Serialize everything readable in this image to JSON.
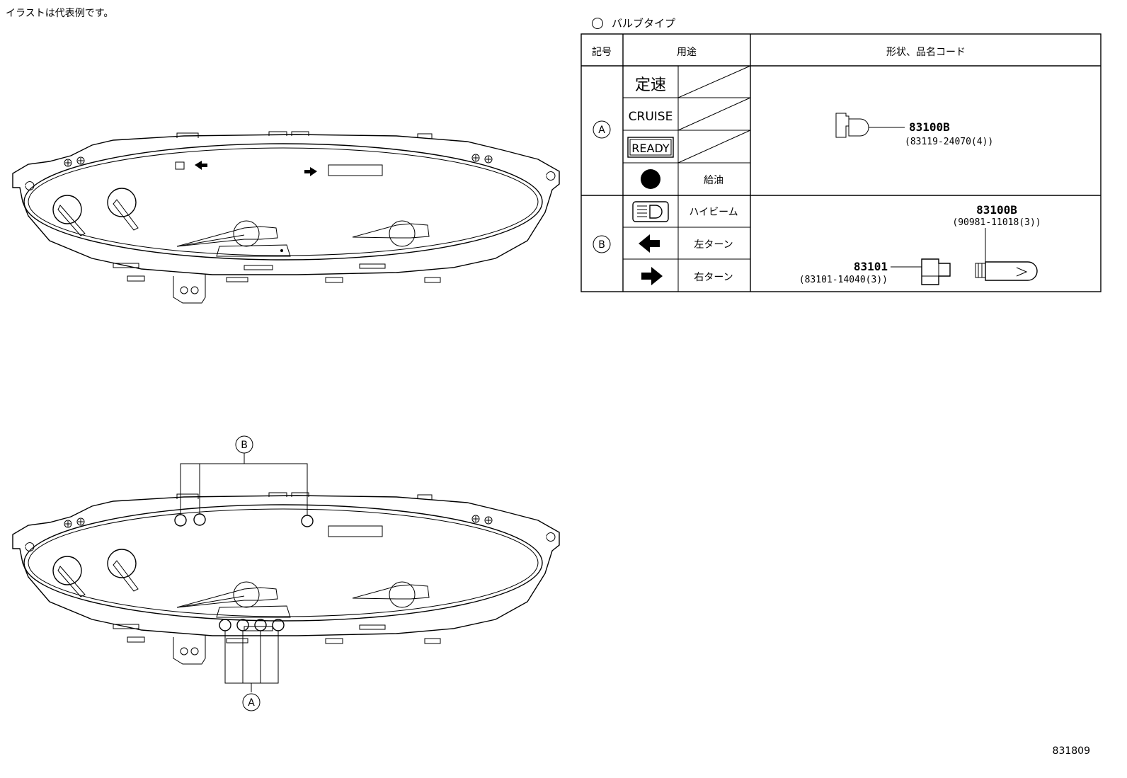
{
  "note": "イラストは代表例です。",
  "figure_id": "831809",
  "legend": {
    "title": "バルブタイプ",
    "headers": {
      "symbol": "記号",
      "usage": "用途",
      "shape": "形状、品名コード"
    },
    "group_a": {
      "symbol": "A",
      "items": [
        {
          "icon_label": "定速",
          "usage": ""
        },
        {
          "icon_label": "CRUISE",
          "usage": ""
        },
        {
          "icon_label": "READY",
          "usage": ""
        },
        {
          "icon": "filled-circle-icon",
          "usage": "給油"
        }
      ],
      "part_number": "83100B",
      "part_code": "(83119-24070(4))"
    },
    "group_b": {
      "symbol": "B",
      "items": [
        {
          "icon": "high-beam-icon",
          "usage": "ハイビーム"
        },
        {
          "icon": "left-arrow-icon",
          "usage": "左ターン"
        },
        {
          "icon": "right-arrow-icon",
          "usage": "右ターン"
        }
      ],
      "bulb_part_number": "83100B",
      "bulb_part_code": "(90981-11018(3))",
      "socket_part_number": "83101",
      "socket_part_code": "(83101-14040(3))"
    }
  },
  "diagram": {
    "callout_a": "A",
    "callout_b": "B"
  }
}
